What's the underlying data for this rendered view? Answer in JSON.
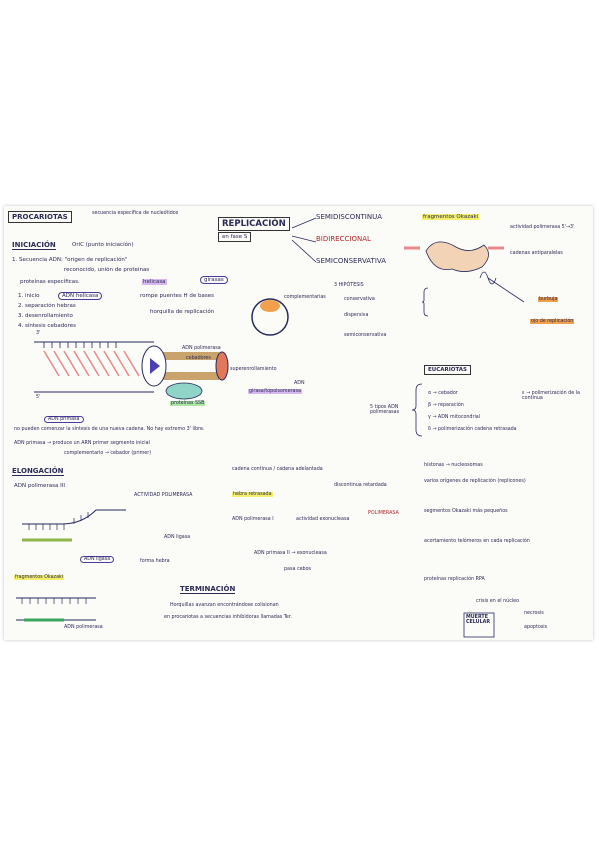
{
  "header": {
    "procariotas": "PROCARIOTAS",
    "secuencia_note": "secuencia específica de nucleótidos",
    "title": "REPLICACIÓN",
    "fase": "en fase S",
    "semidiscontinua": "SEMIDISCONTINUA",
    "fragmentos": "fragmentos Okazaki",
    "bidireccional": "BIDIRECCIONAL",
    "semiconservativa": "SEMICONSERVATIVA"
  },
  "iniciacion": {
    "title": "INICIACIÓN",
    "subtitle": "OriC (punto iniciación)",
    "line1": "1. Secuencia ADN: \"origen de replicación\"",
    "line2": "reconocido, unión de proteínas",
    "proteinas": "proteínas específicas.",
    "helicasa": "helicasa",
    "girasa": "girasas",
    "step1": "1. inicio",
    "adn_helicasa": "ADN helicasa",
    "step2": "2. separación hebras",
    "step3": "3. desenrollamiento",
    "step4": "4. síntesis cebadores",
    "rompe": "rompe puentes H de bases",
    "complementarias": "complementarias",
    "horquilla": "horquilla de replicación",
    "adn_pol_iii": "ADN polimerasa",
    "cebo": "cebadores",
    "superenrollamiento": "superenrollamiento",
    "girasa_topo": "girasa/topoisomerasa",
    "adn_label": "ADN",
    "proteinas_ssb": "proteínas SSB",
    "adn_primasa": "ADN primasa",
    "note1": "no pueden comenzar la síntesis de una nueva cadena. No hay extremo 3' libre.",
    "note2": "ADN primasa → produce un ARN primer segmento inicial",
    "note3": "complementario → cebador (primer)",
    "b3": "3'",
    "b5": "5'"
  },
  "elongacion": {
    "title": "ELONGACIÓN",
    "adn_pol": "ADN polimerasa III",
    "actividad": "ACTIVIDAD POLIMERASA",
    "cadena": "cadena continua / cadena adelantada",
    "hebra_retrasada": "hebra retrasada",
    "discontinua": "discontinua retardada",
    "adn_pol_i": "ADN polimerasa I",
    "exonucleasa": "actividad exonucleasa",
    "polimerasa": "POLIMERASA",
    "ligasa": "ADN ligasa",
    "forma_hebra": "forma hebra",
    "fragmentos_okazaki": "fragmentos Okazaki",
    "adn_pol_label": "ADN polimerasa",
    "primasa2": "ADN primasa II → exonucleasa",
    "pasa": "pasa cebos"
  },
  "terminacion": {
    "title": "TERMINACIÓN",
    "line1": "Horquillas avanzan encontrándose colisionan",
    "line2": "en procariotas a secuencias inhibidoras llamadas Ter."
  },
  "hipotesis": {
    "title": "3 HIPÓTESIS",
    "h1": "conservativa",
    "h2": "dispersiva",
    "h3": "semiconservativa",
    "actividad_pol": "actividad polimerasa 5'→3'",
    "cadenas": "cadenas antiparalelas",
    "burbuja": "burbuja",
    "ojo": "ojo de replicación"
  },
  "eucariotas": {
    "title": "EUCARIOTAS",
    "polimerasas": "5 tipos ADN polimerasas",
    "alpha": "α → cebador",
    "beta": "β → reparación",
    "gamma": "γ → ADN mitocondrial",
    "delta": "δ → polimerización cadena retrasada",
    "epsilon": "ε → polimerización de la continua",
    "b1": "histonas → nucleosomas",
    "b2": "varios orígenes de replicación (replicones)",
    "b3": "segmentos Okazaki más pequeños",
    "b4": "acortamiento telómeros en cada replicación",
    "b5": "proteínas replicación RPA",
    "b6": "crisis en el núcleo",
    "muerte": "MUERTE CELULAR",
    "necrosis": "necrosis",
    "apoptosis": "apoptosis"
  },
  "colors": {
    "ink": "#262a5c",
    "red": "#b3262a",
    "yellow": "#f3ef6a",
    "orange": "#f1a14d",
    "green": "#aee6a4",
    "pink": "#f3a6c8"
  }
}
